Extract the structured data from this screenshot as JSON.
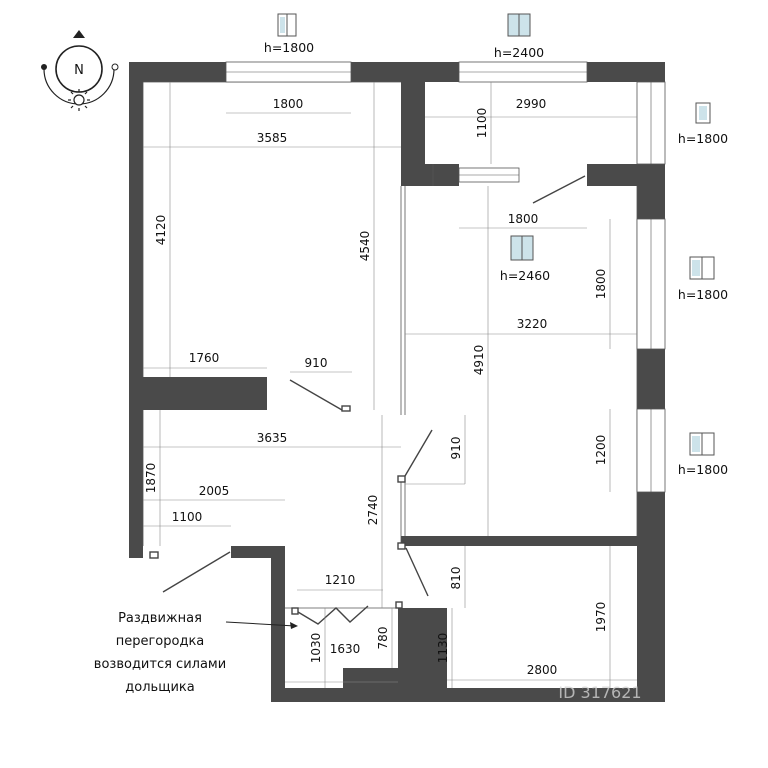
{
  "compass": {
    "label": "N"
  },
  "windows": [
    {
      "id": "w1",
      "label": "h=1800"
    },
    {
      "id": "w2",
      "label": "h=2400"
    },
    {
      "id": "w3",
      "label": "h=1800"
    },
    {
      "id": "w4",
      "label": "h=2460"
    },
    {
      "id": "w5",
      "label": "h=1800"
    },
    {
      "id": "w6",
      "label": "h=1800"
    }
  ],
  "dimensions": {
    "d1800a": "1800",
    "d2990": "2990",
    "d1100a": "1100",
    "d3585": "3585",
    "d4120": "4120",
    "d4540": "4540",
    "d1800b": "1800",
    "d1800c": "1800",
    "d3220": "3220",
    "d1760": "1760",
    "d910a": "910",
    "d4910": "4910",
    "d3635": "3635",
    "d910b": "910",
    "d1200": "1200",
    "d1870": "1870",
    "d2005": "2005",
    "d1100b": "1100",
    "d2740": "2740",
    "d1210": "1210",
    "d810": "810",
    "d1970": "1970",
    "d1030": "1030",
    "d1630": "1630",
    "d780": "780",
    "d1130": "1130",
    "d2800": "2800"
  },
  "note": {
    "lines": [
      "Раздвижная",
      "перегородка",
      "возводится силами",
      "дольщика"
    ]
  },
  "watermark": {
    "text": "ID 317621"
  }
}
